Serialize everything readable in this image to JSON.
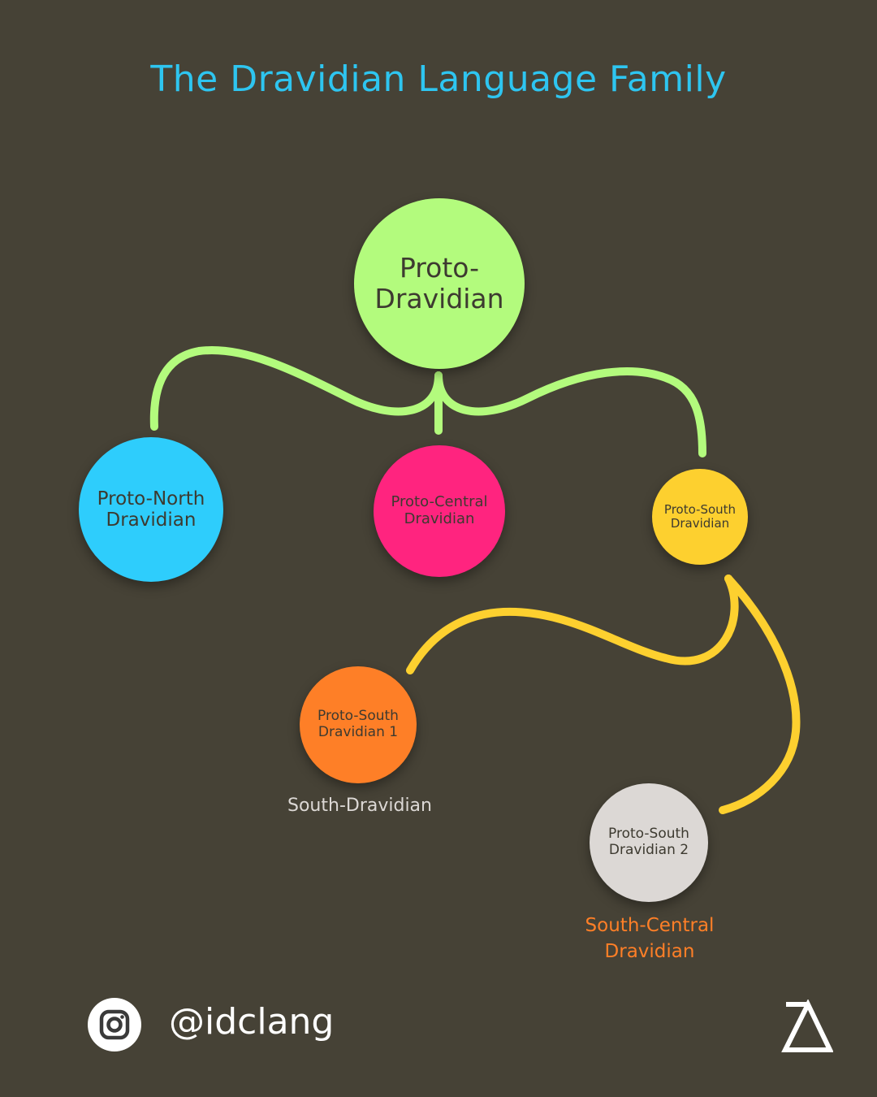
{
  "title": "The Dravidian Language Family",
  "colors": {
    "background": "#464236",
    "title": "#2ec5f0",
    "branch_green": "#b3fb7d",
    "branch_yellow": "#fdd02f",
    "proto_dravidian": "#b3fb7d",
    "proto_north": "#2ecdfc",
    "proto_central": "#ff247f",
    "proto_south": "#fdd02f",
    "proto_south_1": "#fe7f27",
    "proto_south_2": "#dcd8d5",
    "label_south_dravidian": "#dcd8d5",
    "label_south_central": "#fe7f27"
  },
  "nodes": {
    "proto_dravidian": "Proto-\nDravidian",
    "proto_north": "Proto-North\nDravidian",
    "proto_central": "Proto-Central\nDravidian",
    "proto_south": "Proto-South\nDravidian",
    "proto_south_1": "Proto-South\nDravidian 1",
    "proto_south_2": "Proto-South\nDravidian 2"
  },
  "labels": {
    "south_dravidian": "South-Dravidian",
    "south_central": "South-Central\nDravidian"
  },
  "footer": {
    "icon": "instagram-icon",
    "handle": "@idclang",
    "logo_icon": "delta-logo-icon"
  }
}
